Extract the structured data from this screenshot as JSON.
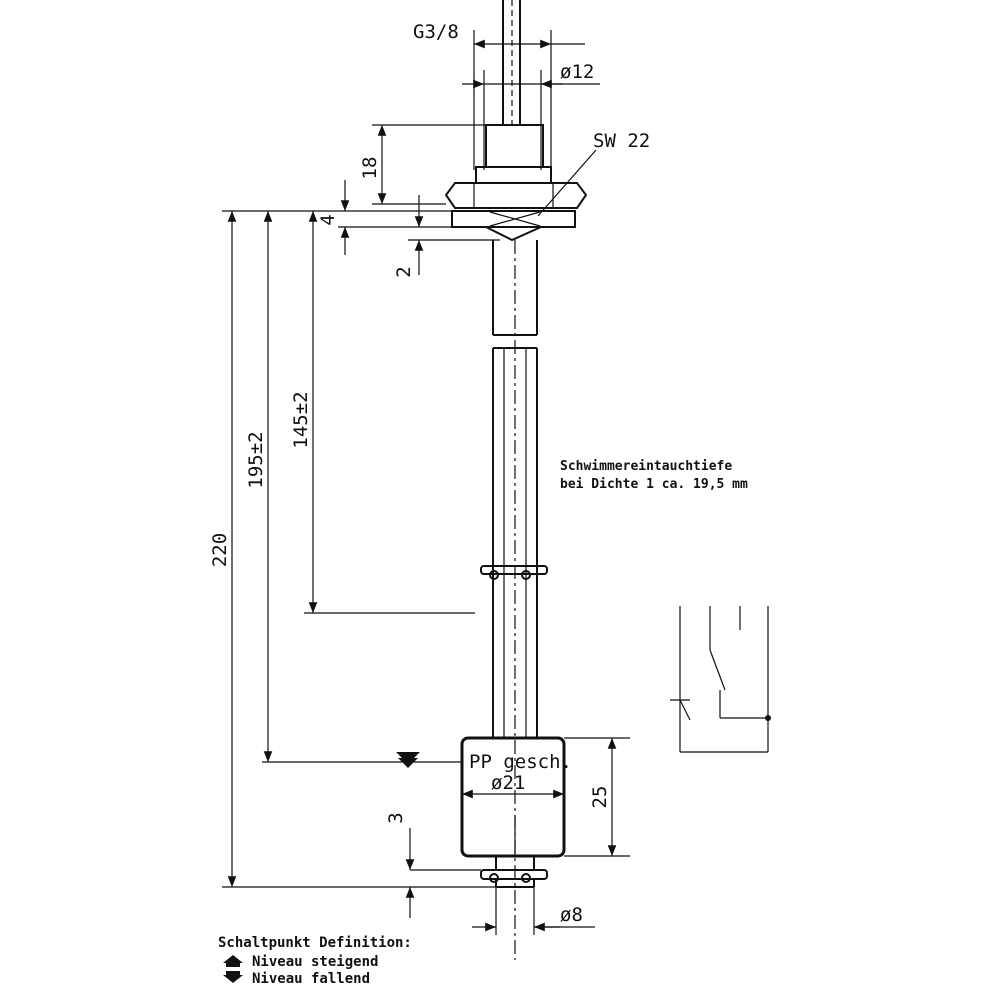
{
  "dimensions": {
    "thread": "G3/8",
    "dia_top": "ø12",
    "wrench": "SW 22",
    "h18": "18",
    "h4": "4",
    "h2": "2",
    "len220": "220",
    "len195": "195±2",
    "len145": "145±2",
    "float_h": "25",
    "h3": "3",
    "dia_bottom": "ø8"
  },
  "float": {
    "material": "PP gesch.",
    "diameter": "ø21"
  },
  "note": {
    "line1": "Schwimmereintauchtiefe",
    "line2": "bei Dichte 1 ca. 19,5 mm"
  },
  "legend": {
    "title": "Schaltpunkt Definition:",
    "rising": "Niveau steigend",
    "falling": "Niveau fallend"
  }
}
